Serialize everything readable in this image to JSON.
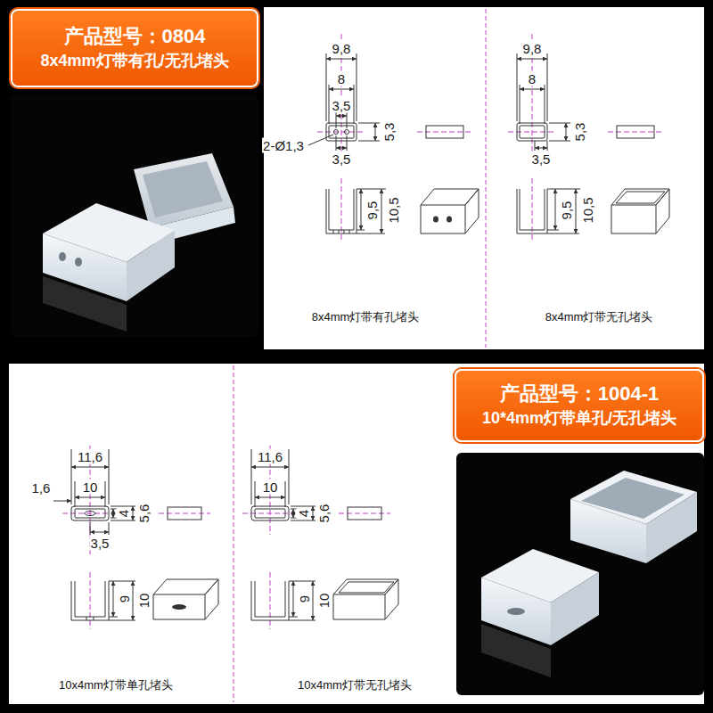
{
  "diagram": {
    "nodes": [
      {
        "text": [
          "产品型号：0804",
          "8x4mm灯带有孔/无孔堵头"
        ]
      },
      {
        "text": [
          "产品型号：1004-1",
          "10*4mm灯带单孔/无孔堵头"
        ]
      }
    ],
    "labels": [
      "9,8",
      "8",
      "3,5",
      "2-Ø1,3",
      "5,3",
      "3,5",
      "9,5",
      "10,5",
      "8x4mm灯带有孔堵头",
      "9,8",
      "8",
      "5,3",
      "3,5",
      "9,5",
      "10,5",
      "8x4mm灯带无孔堵头",
      "11,6",
      "10",
      "1,6",
      "4",
      "5,6",
      "3,5",
      "9",
      "10",
      "10x4mm灯带单孔堵头",
      "11,6",
      "10",
      "4",
      "5,6",
      "9",
      "10",
      "10x4mm灯带无孔堵头"
    ]
  }
}
